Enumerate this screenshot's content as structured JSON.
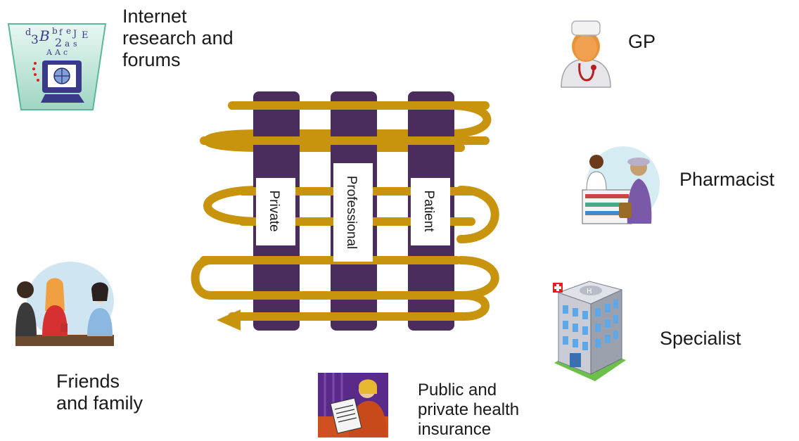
{
  "columns": {
    "private": "Private",
    "professional": "Professional",
    "patient": "Patient"
  },
  "labels": {
    "internet": [
      "Internet",
      "research and",
      "forums"
    ],
    "gp": "GP",
    "pharmacist": "Pharmacist",
    "specialist": "Specialist",
    "friends": [
      "Friends",
      "and family"
    ],
    "insurance": [
      "Public and",
      "private health",
      "insurance"
    ]
  },
  "colors": {
    "pillar": "#4a2d5c",
    "thread": "#c9940d",
    "text": "#1a1a1a"
  },
  "icons": {
    "internet": "computer-with-letters-icon",
    "gp": "doctor-icon",
    "pharmacist": "pharmacy-counter-icon",
    "specialist": "hospital-building-icon",
    "friends": "friends-chatting-icon",
    "insurance": "person-reading-document-icon"
  }
}
